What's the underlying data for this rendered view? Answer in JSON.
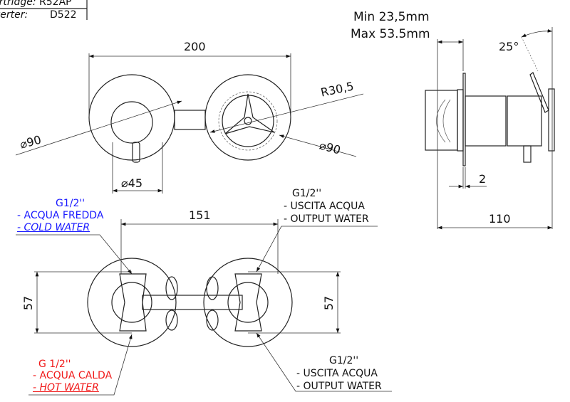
{
  "title_block": {
    "cartridge_label": "artridge:",
    "cartridge_value": "R52AP",
    "diverter_label": "verter:",
    "diverter_value": "D522"
  },
  "front_view": {
    "width_dim": "200",
    "outer_dia_left": "⌀90",
    "outer_dia_right": "⌀90",
    "knob_dia": "⌀45",
    "radius": "R30,5"
  },
  "side_view": {
    "min_depth": "Min 23,5mm",
    "max_depth": "Max 53.5mm",
    "angle": "25°",
    "plate_thickness": "2",
    "total_depth": "110"
  },
  "bottom_view": {
    "center_distance": "151",
    "height_left": "57",
    "height_right": "57"
  },
  "labels": {
    "cold": {
      "thread": "G1/2''",
      "it": "- ACQUA FREDDA",
      "en": "- COLD WATER",
      "color": "#1a1aff"
    },
    "output_top": {
      "thread": "G1/2''",
      "it": "- USCITA ACQUA",
      "en": "- OUTPUT WATER"
    },
    "hot": {
      "thread": "G 1/2''",
      "it": "- ACQUA CALDA",
      "en": "- HOT WATER",
      "color": "#f01818"
    },
    "output_bottom": {
      "thread": "G1/2''",
      "it": "- USCITA ACQUA",
      "en": "- OUTPUT WATER"
    }
  }
}
